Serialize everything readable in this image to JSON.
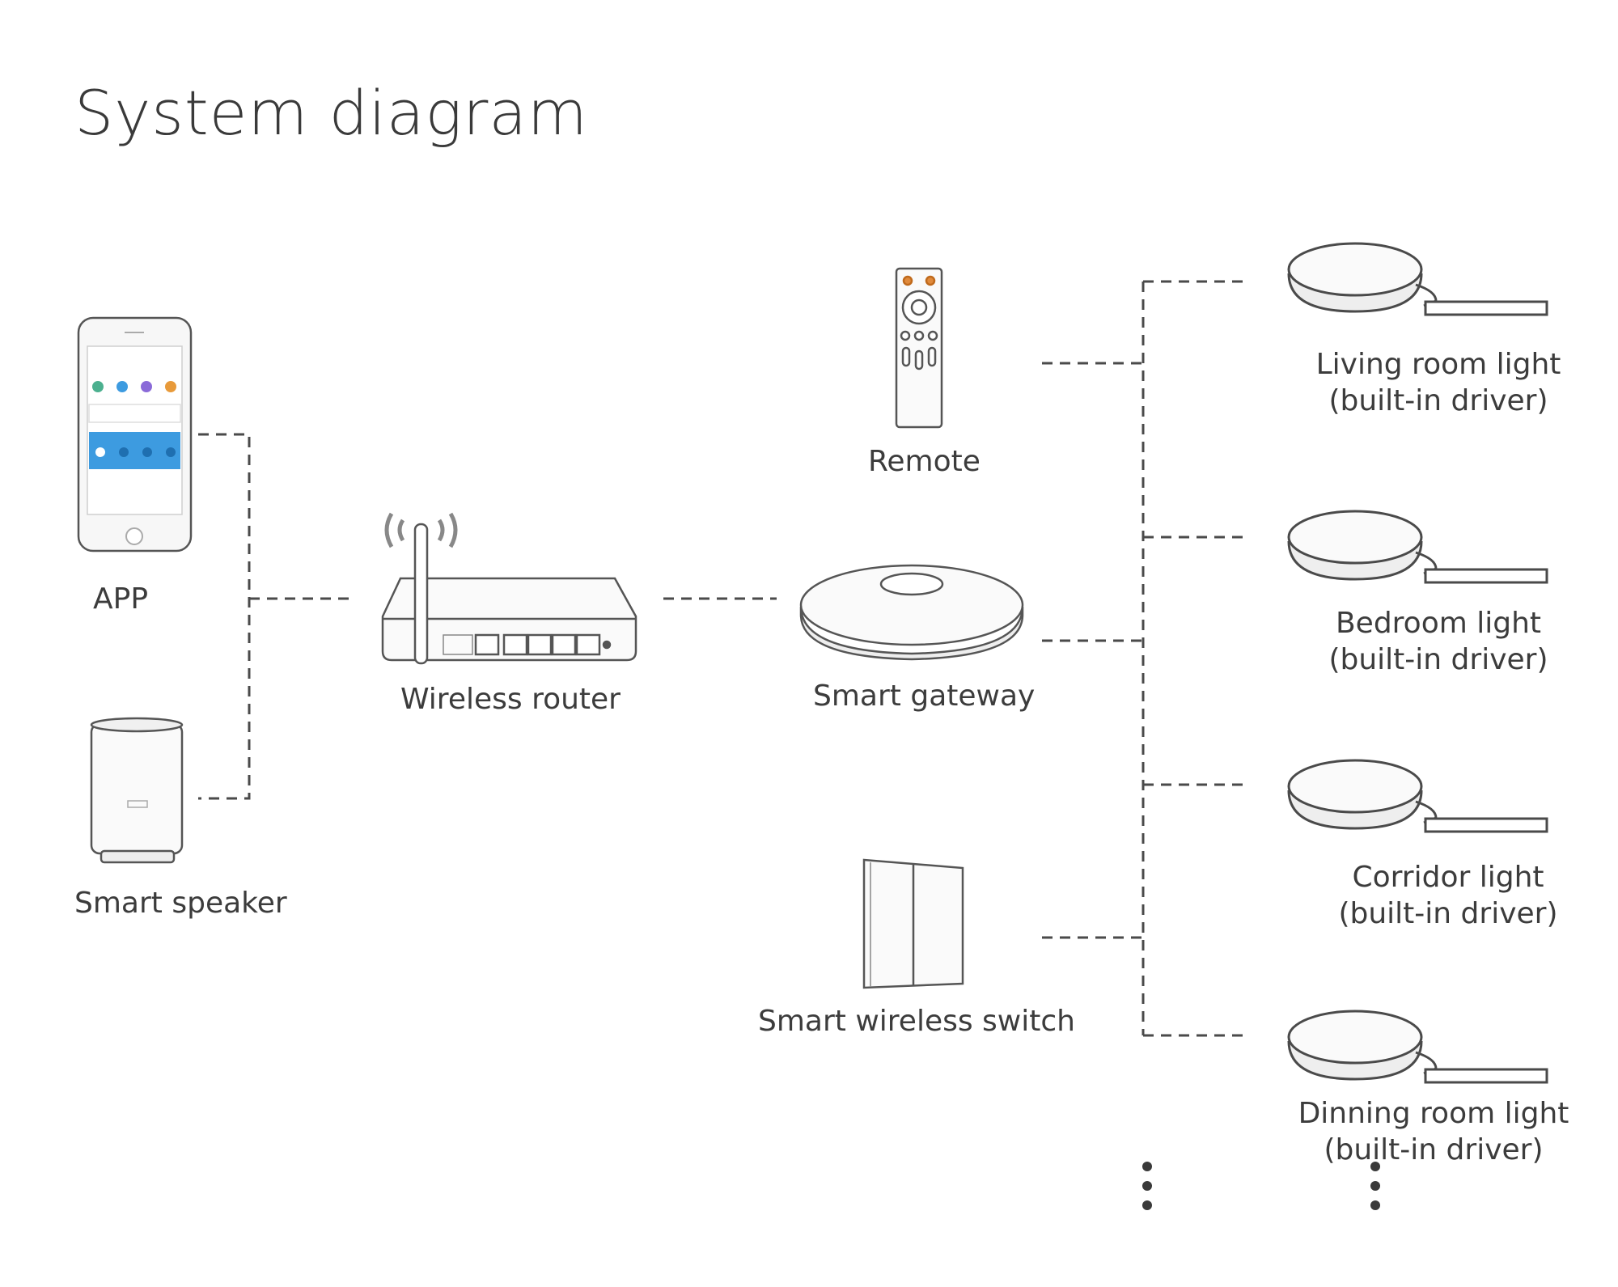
{
  "title": "System diagram",
  "devices": {
    "app": "APP",
    "speaker": "Smart speaker",
    "router": "Wireless router",
    "remote": "Remote",
    "gateway": "Smart gateway",
    "switch": "Smart wireless switch"
  },
  "lights": [
    {
      "name": "Living room light",
      "sub": "(built-in driver)"
    },
    {
      "name": "Bedroom light",
      "sub": "(built-in driver)"
    },
    {
      "name": "Corridor light",
      "sub": "(built-in driver)"
    },
    {
      "name": "Dinning room light",
      "sub": "(built-in driver)"
    }
  ],
  "colors": {
    "line": "#4a4a4a",
    "app_screen": "#3d9be0",
    "remote_button": "#e08a3c"
  }
}
